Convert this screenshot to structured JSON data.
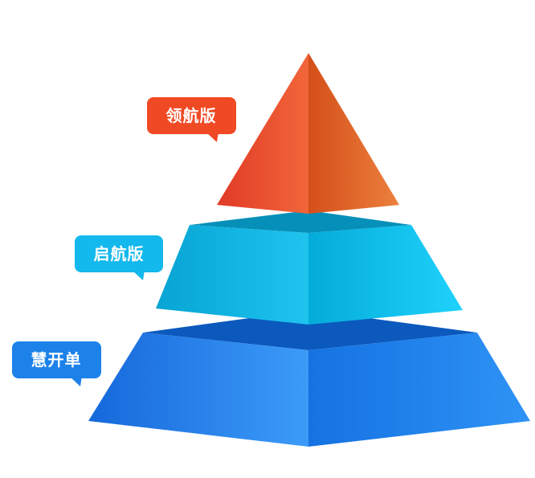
{
  "tiers": [
    {
      "label": "领航版",
      "colors": {
        "left": "#e84a2e",
        "left_light": "#f05f33",
        "right": "#d9541e",
        "right_light": "#ea7a38",
        "bubble": "#f04a25"
      }
    },
    {
      "label": "启航版",
      "colors": {
        "top": "#0891b8",
        "left": "#0aa9d8",
        "left_light": "#22c6ef",
        "right": "#0bb3e0",
        "right_light": "#1fd0fb",
        "bubble": "#13b8ec"
      }
    },
    {
      "label": "慧开单",
      "colors": {
        "top": "#0a5cc0",
        "left": "#1b6fe0",
        "left_light": "#3b9af8",
        "right": "#1a7ae8",
        "right_light": "#2c91f4",
        "bubble": "#1c82ea"
      }
    }
  ]
}
